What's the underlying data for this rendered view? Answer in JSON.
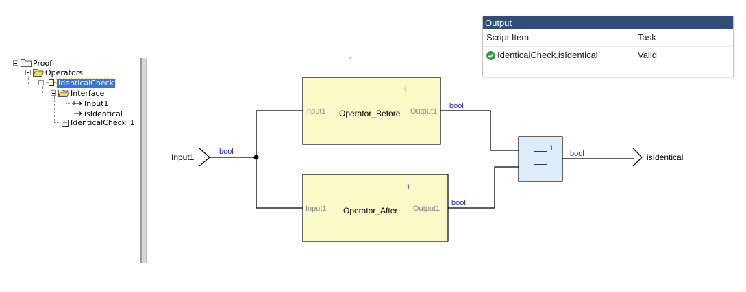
{
  "tree": {
    "proof": "Proof",
    "operators": "Operators",
    "identical_check": "IdenticalCheck",
    "interface": "Interface",
    "input1": "Input1",
    "is_identical": "isIdentical",
    "identical_check_1": "IdenticalCheck_1"
  },
  "output_panel": {
    "title": "Output",
    "columns": [
      "Script Item",
      "Task"
    ],
    "rows": [
      {
        "item": "IdenticalCheck.isIdentical",
        "task": "Valid",
        "status_icon": "check-icon",
        "status_color": "#2ea043"
      }
    ]
  },
  "diagram": {
    "input_name": "Input1",
    "output_name": "isIdentical",
    "wire_type": "bool",
    "operator_before": {
      "name": "Operator_Before",
      "port_in": "Input1",
      "port_out": "Output1",
      "instance": "1"
    },
    "operator_after": {
      "name": "Operator_After",
      "port_in": "Input1",
      "port_out": "Output1",
      "instance": "1"
    },
    "equal_block": {
      "instance": "1"
    },
    "dash_marker": "-",
    "colors": {
      "operator_fill": "#fafac8",
      "equal_fill": "#dcecf8",
      "type_label": "#1f24d4",
      "instance_label": "#7a1a6a"
    }
  }
}
